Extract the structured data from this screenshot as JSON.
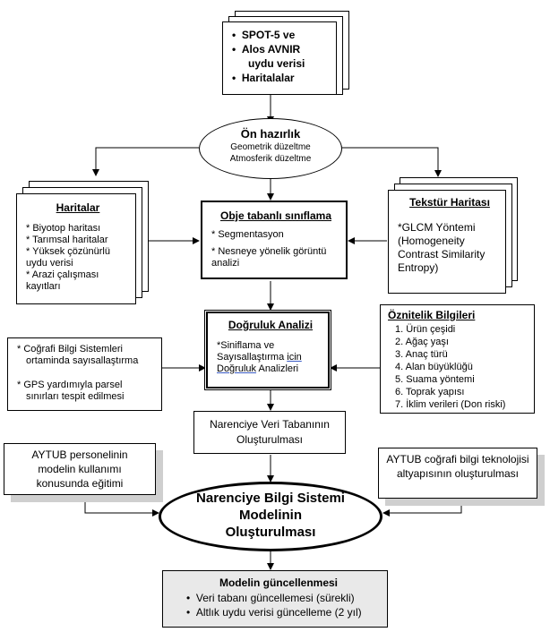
{
  "sources": {
    "items": [
      "SPOT-5 ve",
      "Alos AVNIR",
      "uydu verisi",
      "Haritalalar"
    ]
  },
  "preprocess": {
    "title": "Ön hazırlık",
    "lines": [
      "Geometrik düzeltme",
      "Atmosferik düzeltme"
    ]
  },
  "maps": {
    "title": "Haritalar",
    "items": [
      "Biyotop haritası",
      "Tarımsal haritalar",
      "Yüksek çözünürlü uydu verisi",
      "Arazi çalışması kayıtları"
    ]
  },
  "object_class": {
    "title": "Obje tabanlı sınıflama",
    "items": [
      "Segmentasyon",
      "Nesneye yönelik görüntü analizi"
    ]
  },
  "texture": {
    "title": "Tekstür Haritası",
    "body": "*GLCM Yöntemi (Homogeneity Contrast Similarity  Entropy)"
  },
  "accuracy": {
    "title": "Doğruluk Analizi",
    "body_a": "*Siniflama ve Sayısallaştırma ",
    "body_b": "icin",
    "body_c": "Doğruluk",
    "body_d": " Analizleri"
  },
  "gis_notes": {
    "items": [
      "Coğrafi Bilgi Sistemleri ortaminda sayısallaştırma",
      "GPS yardımıyla parsel sınırları tespit edilmesi"
    ]
  },
  "attributes": {
    "title": "Öznitelik Bilgileri",
    "items": [
      "1. Ürün çeşidi",
      "2. Ağaç yaşı",
      "3. Anaç türü",
      "4. Alan büyüklüğü",
      "5. Suama yöntemi",
      "6. Toprak yapısı",
      "7. İklim verileri (Don riski)"
    ]
  },
  "database": {
    "text": "Narenciye Veri Tabanının Oluşturulması"
  },
  "training": {
    "text": "AYTUB personelinin modelin kullanımı konusunda eğitimi"
  },
  "infrastructure": {
    "text": "AYTUB coğrafi bilgi teknolojisi altyapısının oluşturulması"
  },
  "model": {
    "lines": [
      "Narenciye Bilgi Sistemi",
      "Modelinin",
      "Oluşturulması"
    ]
  },
  "update": {
    "title": "Modelin güncellenmesi",
    "items": [
      "Veri tabanı güncellemesi (sürekli)",
      "Altlık uydu verisi güncelleme (2 yıl)"
    ]
  }
}
